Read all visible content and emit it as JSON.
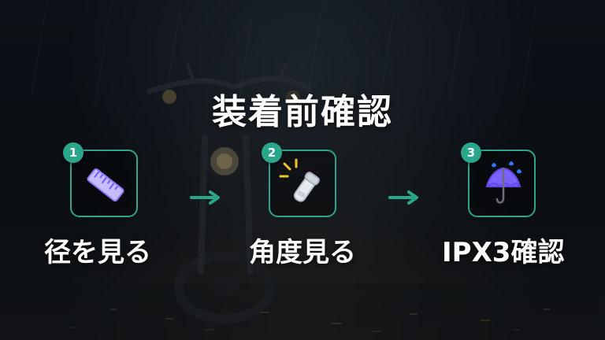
{
  "title": "装着前確認",
  "steps": [
    {
      "number": "1",
      "label": "径を見る",
      "icon": "ruler-icon"
    },
    {
      "number": "2",
      "label": "角度見る",
      "icon": "flashlight-icon"
    },
    {
      "number": "3",
      "label": "IPX3確認",
      "icon": "umbrella-rain-icon"
    }
  ],
  "colors": {
    "accent": "#2aa68b",
    "text": "#ffffff",
    "background": "#0b0f14",
    "ruler": "#b8a8ff",
    "flashlight_body": "#e7eaf0",
    "flashlight_beam": "#ffcc33",
    "umbrella": "#7b61ff",
    "rain": "#2f79ff"
  }
}
